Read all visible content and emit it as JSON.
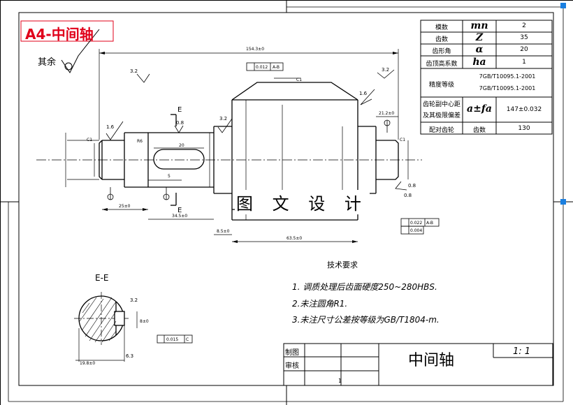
{
  "sheet_label": "A4-中间轴",
  "studio_label": "图 文 设 计",
  "part_name": "中间轴",
  "scale": "1: 1",
  "title_block": {
    "drawn_by": "制图",
    "checked_by": "审核"
  },
  "rest_roughness_label": "其余",
  "section_label": "E-E",
  "section_cut_letter": "E",
  "technical_requirements": {
    "title": "技术要求",
    "items": [
      "1. 调质处理后齿面硬度250~280HBS.",
      "2.未注圆角R1.",
      "3.未注尺寸公差按等级为GB/T1804-m."
    ]
  },
  "gear_parameters": {
    "rows": [
      {
        "label": "模数",
        "symbol": "mn",
        "value": "2"
      },
      {
        "label": "齿数",
        "symbol": "Z",
        "value": "35"
      },
      {
        "label": "齿形角",
        "symbol": "α",
        "value": "20"
      },
      {
        "label": "齿顶高系数",
        "symbol": "ha",
        "value": "1"
      },
      {
        "label": "精度等级",
        "symbol": "",
        "value": "7GB/T10095.1-2001\n7GB/T10095.1-2001"
      },
      {
        "label": "齿轮副中心距及其极限偏差",
        "symbol": "a±fa",
        "value": "147±0.032"
      },
      {
        "label": "配对齿轮",
        "symbol": "齿数",
        "value": "130"
      }
    ]
  },
  "dimensions": {
    "overall_length": "154.3±0",
    "keyway_length": "20",
    "keyway_offset": "5",
    "length_a": "25±0",
    "length_b": "34.5±0",
    "length_c": "8.5±0",
    "length_d": "63.5±0",
    "length_e": "21.2±0",
    "section_depth": "8±0",
    "section_diameter": "19.8±0",
    "keyway_radius": "R6",
    "chamfer_1": "C1",
    "chamfer_2": "C1"
  },
  "roughness_values": [
    "3.2",
    "1.6",
    "0.8",
    "3.2",
    "0.8",
    "1.6",
    "3.2",
    "0.8",
    "6.3",
    "3.2"
  ],
  "tolerances": {
    "runout_top": "0.012",
    "runout_top_datum": "A-B",
    "runout_bottom": "0.022",
    "runout_bottom_datum": "A-B",
    "cylindricity": "0.004",
    "symmetry": "0.015",
    "symmetry_datum": "C"
  },
  "page_number": "1"
}
